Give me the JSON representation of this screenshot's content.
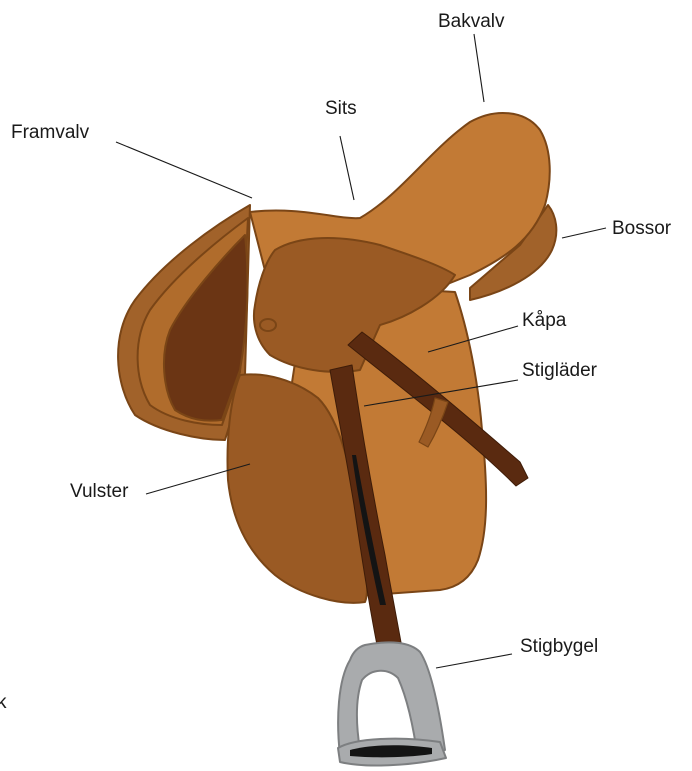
{
  "labels": {
    "bakvalv": "Bakvalv",
    "sits": "Sits",
    "framvalv": "Framvalv",
    "bossor": "Bossor",
    "kapa": "Kåpa",
    "stiglader": "Stigläder",
    "vulster": "Vulster",
    "stigbygel": "Stigbygel",
    "edge_fragment": "k"
  },
  "colors": {
    "leather_main": "#c27a35",
    "leather_dark": "#9a5a24",
    "leather_darker": "#6b3514",
    "outline": "#7a4516",
    "strap": "#5a2a10",
    "stirrup": "#a9abad",
    "stirrup_edge": "#7d7f81"
  }
}
